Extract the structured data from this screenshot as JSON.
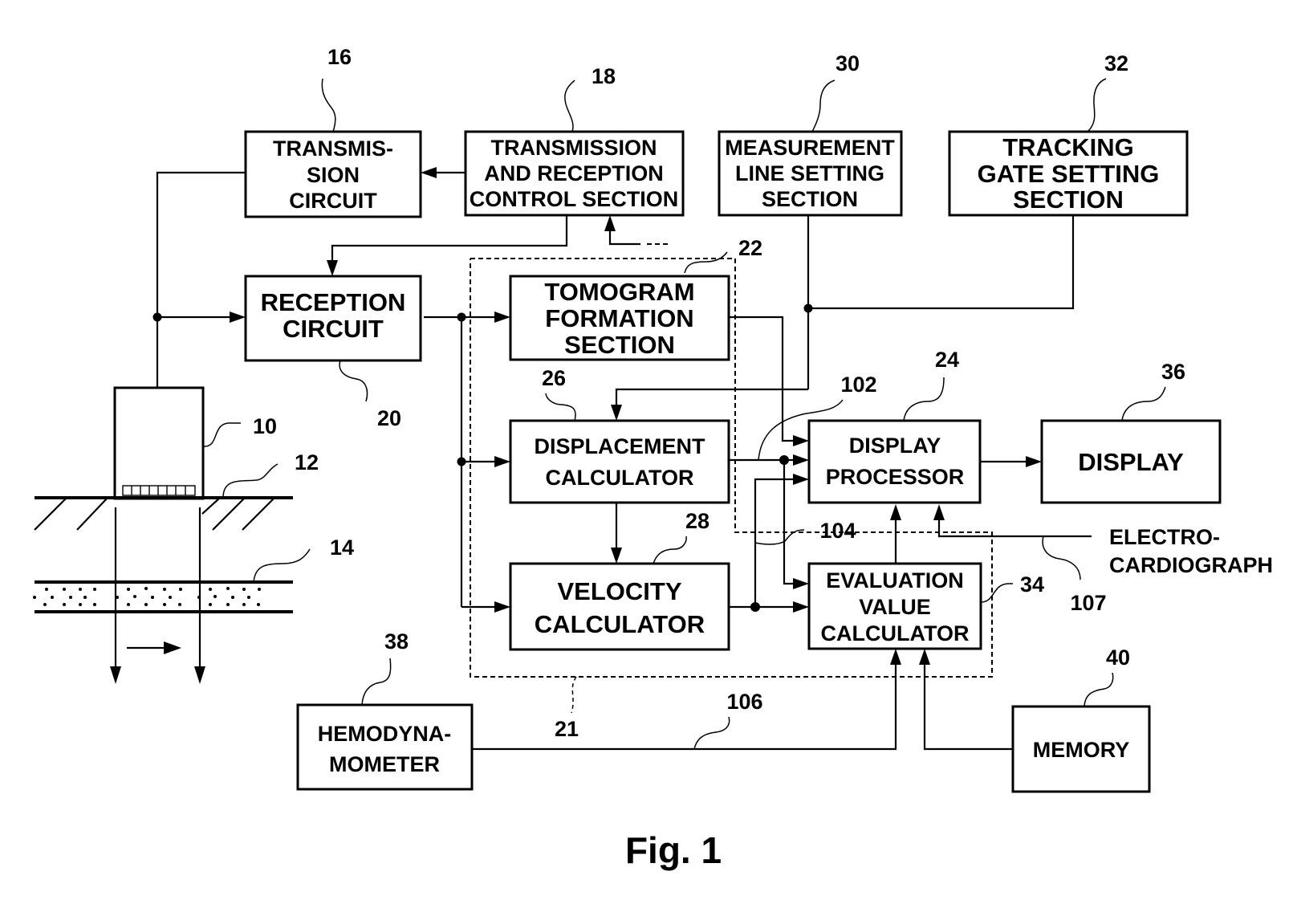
{
  "figure": {
    "caption": "Fig. 1"
  },
  "blocks": {
    "transmission_circuit": {
      "ref": "16",
      "lines": [
        "TRANSMIS-",
        "SION",
        "CIRCUIT"
      ]
    },
    "tr_control": {
      "ref": "18",
      "lines": [
        "TRANSMISSION",
        "AND RECEPTION",
        "CONTROL SECTION"
      ]
    },
    "measurement_line": {
      "ref": "30",
      "lines": [
        "MEASUREMENT",
        "LINE SETTING",
        "SECTION"
      ]
    },
    "tracking_gate": {
      "ref": "32",
      "lines": [
        "TRACKING",
        "GATE SETTING",
        "SECTION"
      ]
    },
    "reception_circuit": {
      "ref": "20",
      "lines": [
        "RECEPTION",
        "CIRCUIT"
      ]
    },
    "tomogram_formation": {
      "ref": "22",
      "lines": [
        "TOMOGRAM",
        "FORMATION",
        "SECTION"
      ]
    },
    "displacement_calculator": {
      "ref": "26",
      "lines": [
        "DISPLACEMENT",
        "CALCULATOR"
      ]
    },
    "velocity_calculator": {
      "ref": "28",
      "lines": [
        "VELOCITY",
        "CALCULATOR"
      ]
    },
    "display_processor": {
      "ref": "24",
      "lines": [
        "DISPLAY",
        "PROCESSOR"
      ]
    },
    "evaluation_value_calculator": {
      "ref": "34",
      "lines": [
        "EVALUATION",
        "VALUE",
        "CALCULATOR"
      ]
    },
    "display": {
      "ref": "36",
      "lines": [
        "DISPLAY"
      ]
    },
    "hemodynamometer": {
      "ref": "38",
      "lines": [
        "HEMODYNA-",
        "MOMETER"
      ]
    },
    "memory": {
      "ref": "40",
      "lines": [
        "MEMORY"
      ]
    }
  },
  "external_inputs": {
    "electrocardiograph": {
      "ref": "107",
      "lines": [
        "ELECTRO-",
        "CARDIOGRAPH"
      ]
    }
  },
  "reference_labels": {
    "probe": "10",
    "body_surface": "12",
    "blood_vessel": "14",
    "signal_processor_group": "21",
    "displacement_line": "102",
    "velocity_line": "104",
    "pressure_line": "106"
  }
}
